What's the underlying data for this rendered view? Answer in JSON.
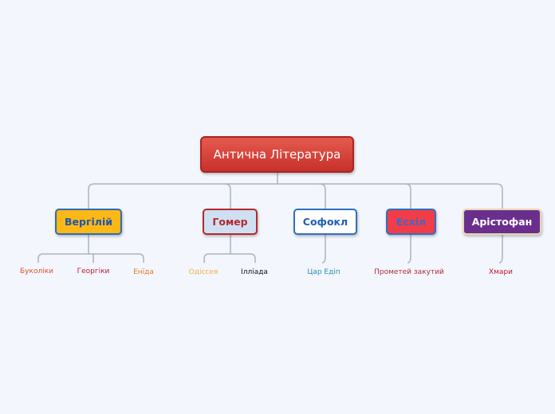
{
  "root": {
    "label": "Антична Література"
  },
  "branches": [
    {
      "label": "Вергілій",
      "bg": "#fbb817",
      "border": "#2d6cb3",
      "color": "#1f55a8",
      "children": [
        {
          "label": "Буколіки",
          "color": "#d9532a"
        },
        {
          "label": "Георгіки",
          "color": "#c0182f"
        },
        {
          "label": "Енїда",
          "color": "#e07a26"
        }
      ]
    },
    {
      "label": "Гомер",
      "bg": "#cfe0f3",
      "border": "#b5282b",
      "color": "#b5282b",
      "children": [
        {
          "label": "Одіссея",
          "color": "#f0b13a"
        },
        {
          "label": "Ілліада",
          "color": "#111111"
        }
      ]
    },
    {
      "label": "Софокл",
      "bg": "#ffffff",
      "border": "#2f6fc0",
      "color": "#1f5fb5",
      "children": [
        {
          "label": "Цар Едіп",
          "color": "#2a8bb0"
        }
      ]
    },
    {
      "label": "Есхіл",
      "bg": "#f23c47",
      "border": "#2f6fc0",
      "color": "#3b6ac8",
      "children": [
        {
          "label": "Прометей закутий",
          "color": "#b22a3c"
        }
      ]
    },
    {
      "label": "Арістофан",
      "bg": "#6a2f8c",
      "border": "#e8d7b0",
      "color": "#ffffff",
      "children": [
        {
          "label": "Хмари",
          "color": "#c0182f"
        }
      ]
    }
  ]
}
